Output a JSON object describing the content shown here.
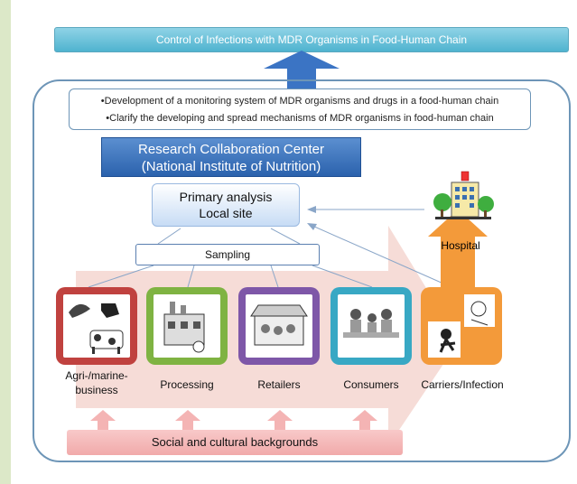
{
  "title": "Control of Infections with MDR Organisms in Food-Human Chain",
  "goals": [
    "•Development of a monitoring system of MDR organisms and drugs in a food-human chain",
    "•Clarify the developing and spread mechanisms of MDR organisms in food-human chain"
  ],
  "research_center": {
    "line1": "Research Collaboration Center",
    "line2": "(National Institute of Nutrition)"
  },
  "primary_analysis": {
    "line1": "Primary analysis",
    "line2": "Local site"
  },
  "sampling": "Sampling",
  "hospital": "Hospital",
  "stages": [
    {
      "label1": "Agri-/marine-",
      "label2": "business",
      "color": "#c0423f",
      "icon": "shrimp-chicken-cow-icon"
    },
    {
      "label1": "Processing",
      "label2": "",
      "color": "#7fb342",
      "icon": "factory-icon"
    },
    {
      "label1": "Retailers",
      "label2": "",
      "color": "#7e57a8",
      "icon": "market-icon"
    },
    {
      "label1": "Consumers",
      "label2": "",
      "color": "#38a8c4",
      "icon": "family-icon"
    },
    {
      "label1": "Carriers/Infection",
      "label2": "",
      "color": "#f39a3a",
      "icon": "sick-person-icon"
    }
  ],
  "social": "Social and cultural backgrounds",
  "colors": {
    "title_bar": "#4fb3cf",
    "frame": "#6d95b7",
    "research": "#2b62ad",
    "big_arrow": "#f5d7d3",
    "hospital_arrow": "#f39a3a"
  }
}
